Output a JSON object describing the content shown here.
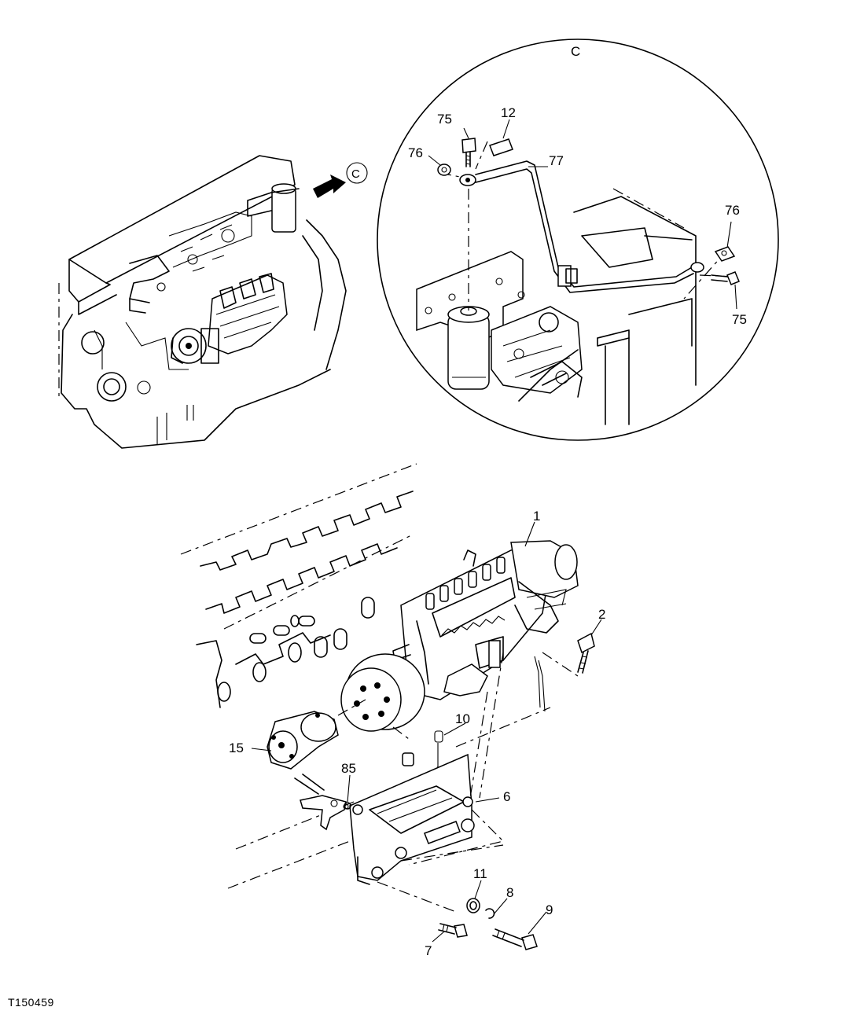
{
  "figure_code": "T150459",
  "detail_marker": "C",
  "detail_view_label": "C",
  "callouts": {
    "c75a": "75",
    "c12": "12",
    "c76a": "76",
    "c77": "77",
    "c76b": "76",
    "c75b": "75",
    "c1": "1",
    "c2": "2",
    "c10": "10",
    "c15": "15",
    "c85": "85",
    "c6": "6",
    "c11": "11",
    "c8": "8",
    "c9": "9",
    "c7": "7"
  }
}
